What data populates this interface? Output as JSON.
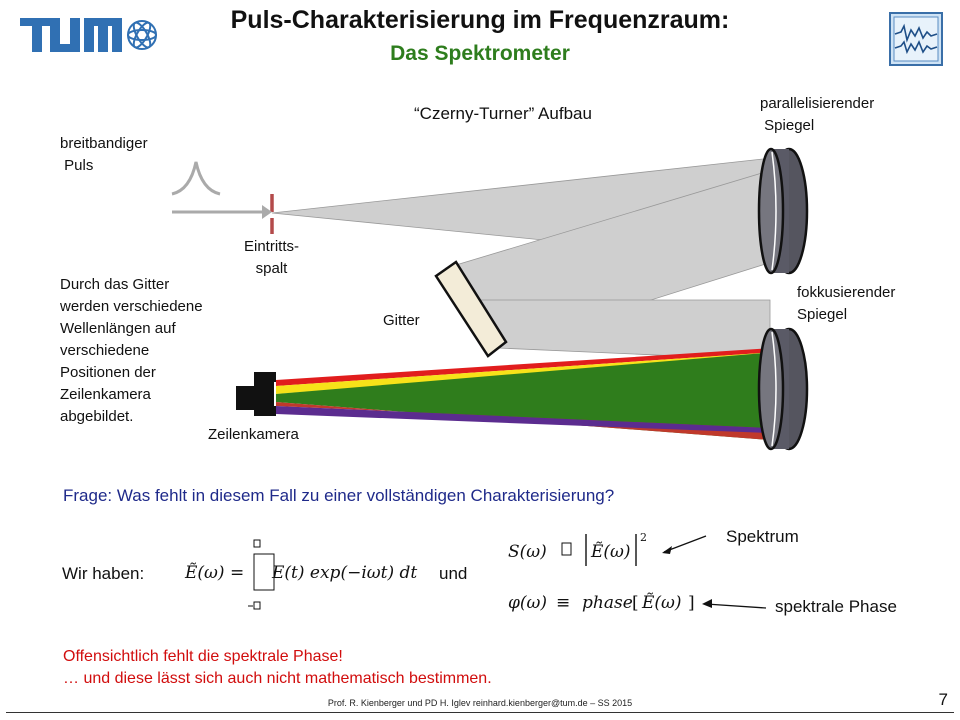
{
  "header": {
    "logo_text": "TUM",
    "title": "Puls-Charakterisierung im Frequenzraum:",
    "subtitle": "Das Spektrometer"
  },
  "diagram": {
    "setup_label": "“Czerny-Turner” Aufbau",
    "pulse_label": "breitbandiger\n Puls",
    "slit_label": "Eintritts-\nspalt",
    "collimating_mirror_label": "parallelisierender\n Spiegel",
    "focusing_mirror_label": "fokkusierender\nSpiegel",
    "grating_label": "Gitter",
    "camera_label": "Zeilenkamera",
    "explanation": "Durch das Gitter\nwerden verschiedene\nWellenlängen auf\nverschiedene\nPositionen der\nZeilenkamera\nabgebildet.",
    "beam_colors": [
      "#e11d1d",
      "#f7e219",
      "#2f7d1c",
      "#c0392b",
      "#5b2c8f"
    ],
    "beam_gray": "#cfcfcf",
    "mirror_color": "#5a5a66"
  },
  "question": "Frage: Was fehlt in diesem Fall zu einer vollständigen Charakterisierung?",
  "equations": {
    "have_label": "Wir haben:",
    "and_label": "und",
    "spectrum_label": "Spektrum",
    "phase_label": "spektrale Phase"
  },
  "conclusion": {
    "line1": "Offensichtlich fehlt die spektrale Phase!",
    "line2": "… und diese lässt sich auch nicht mathematisch bestimmen."
  },
  "footer": {
    "credit": "Prof. R. Kienberger und PD H. Iglev reinhard.kienberger@tum.de – SS 2015",
    "page_number": "7"
  }
}
